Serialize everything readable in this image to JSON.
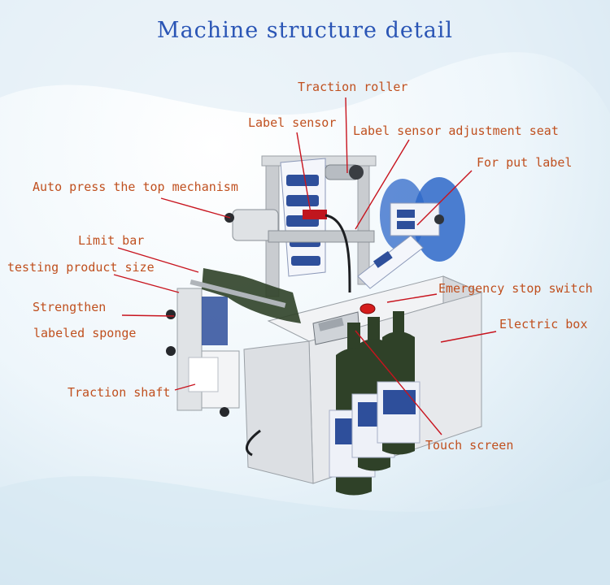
{
  "title": "Machine structure detail",
  "colors": {
    "title": "#2a55b5",
    "label": "#c0501f",
    "leader": "#c8141e",
    "machine_body": "#e9ebee",
    "bottle": "#2f4128",
    "label_blue": "#2e4f9b",
    "reel_blue": "#2d67c8"
  },
  "labels": {
    "traction_roller": "Traction roller",
    "label_sensor": "Label sensor",
    "label_sensor_adjustment_seat": "Label sensor adjustment seat",
    "for_put_label": "For put label",
    "auto_press": "Auto press the top mechanism",
    "limit_bar": "Limit bar",
    "testing_product_size": "testing product size",
    "strengthen": "Strengthen",
    "labeled_sponge": "labeled sponge",
    "emergency_stop_switch": "Emergency stop switch",
    "electric_box": "Electric box",
    "traction_shaft": "Traction shaft",
    "touch_screen": "Touch screen"
  }
}
